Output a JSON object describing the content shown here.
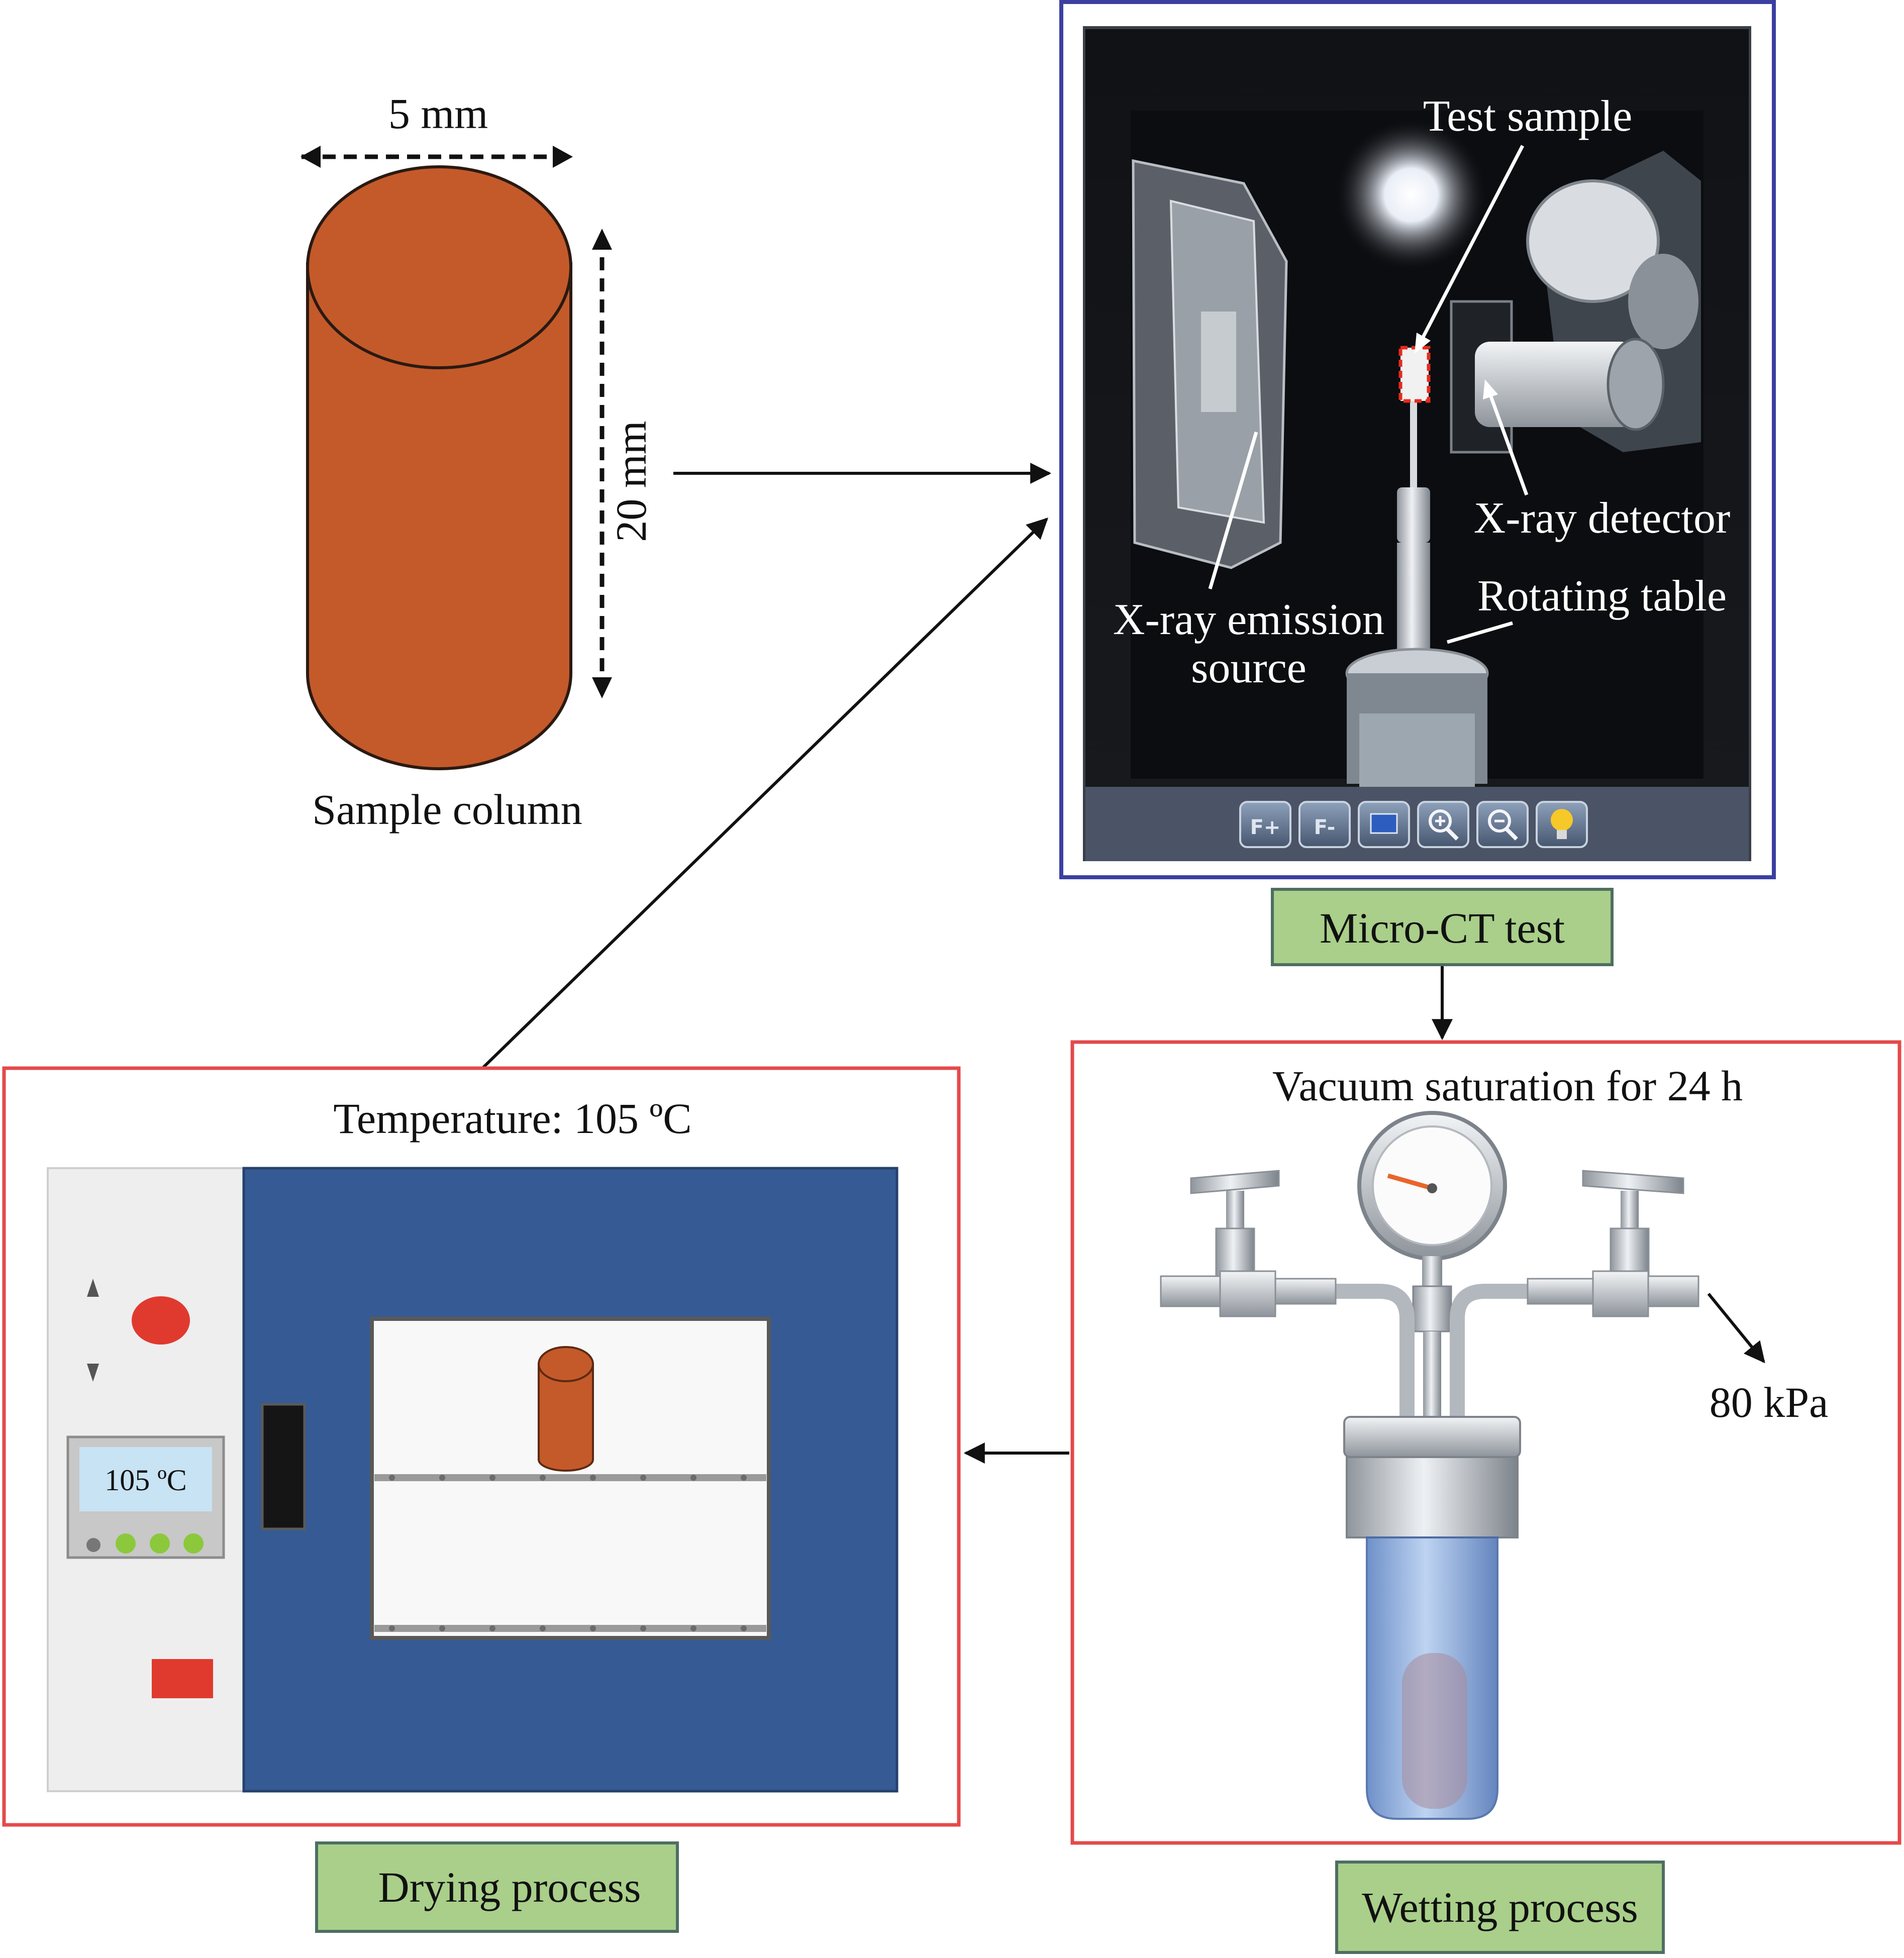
{
  "sample": {
    "width_label": "5 mm",
    "height_label": "20 mm",
    "caption": "Sample column"
  },
  "microct": {
    "labels": {
      "test_sample": "Test sample",
      "detector": "X-ray detector",
      "table": "Rotating table",
      "source_line1": "X-ray emission",
      "source_line2": "source"
    },
    "toolbar": {
      "buttons": [
        {
          "label": "F+",
          "icon": "focus-plus-icon"
        },
        {
          "label": "F-",
          "icon": "focus-minus-icon"
        },
        {
          "label": "",
          "icon": "display-icon"
        },
        {
          "label": "",
          "icon": "zoom-in-icon"
        },
        {
          "label": "",
          "icon": "zoom-out-icon"
        },
        {
          "label": "",
          "icon": "light-bulb-icon"
        }
      ]
    },
    "caption": "Micro-CT test"
  },
  "wetting": {
    "title": "Vacuum saturation for 24 h",
    "pressure": "80 kPa",
    "caption": "Wetting process"
  },
  "drying": {
    "title": "Temperature: 105 ºC",
    "display": "105 ºC",
    "caption": "Drying process"
  },
  "colors": {
    "sample": "#c45a2a",
    "frame_blue": "#3b3fa0",
    "frame_red": "#e44a4a",
    "caption_green": "#a9cf8a",
    "oven_blue": "#365a93",
    "accent_red": "#e03a2e"
  }
}
